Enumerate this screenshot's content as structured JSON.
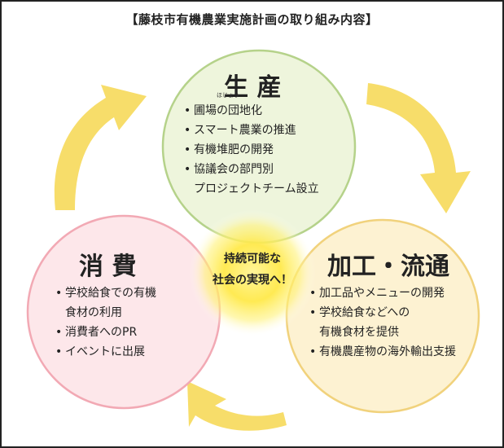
{
  "title": "【藤枝市有機農業実施計画の取り組み内容】",
  "production": {
    "heading": "生 産",
    "items": [
      "圃場の団地化",
      "スマート農業の推進",
      "有機堆肥の開発",
      "協議会の部門別",
      "プロジェクトチーム設立"
    ],
    "ruby": "ほじょう"
  },
  "processing": {
    "heading": "加工・流通",
    "items": [
      "加工品やメニューの開発",
      "学校給食などへの",
      "有機食材を提供",
      "有機農産物の海外輸出支援"
    ]
  },
  "consumption": {
    "heading": "消 費",
    "items": [
      "学校給食での有機",
      "食材の利用",
      "消費者へのPR",
      "イベントに出展"
    ]
  },
  "center": {
    "line1": "持続可能な",
    "line2": "社会の実現へ！"
  },
  "colors": {
    "production_fill": "#eef5dc",
    "production_stroke": "#b5d28a",
    "processing_fill": "#fdf2d2",
    "processing_stroke": "#f1d27c",
    "consumption_fill": "#fde7ea",
    "consumption_stroke": "#f2a9b4",
    "arrow": "#f7dd6a",
    "glow": "#ffe94a"
  }
}
